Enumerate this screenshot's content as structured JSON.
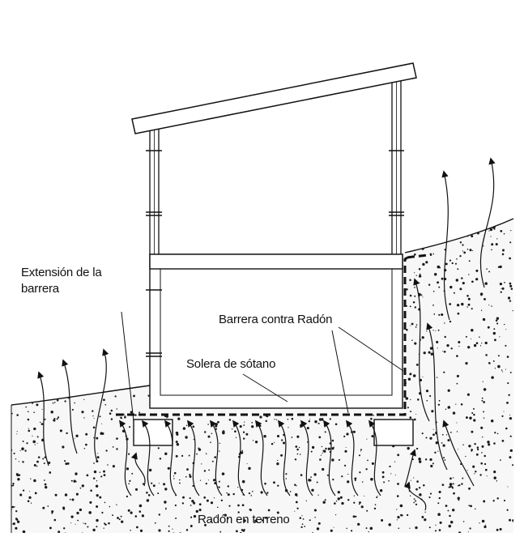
{
  "labels": {
    "barrier_extension": [
      "Extensión de la",
      "barrera"
    ],
    "radon_barrier": "Barrera contra Radón",
    "basement_slab": "Solera de sótano",
    "soil_radon": "Radón en terreno"
  },
  "colors": {
    "line": "#111111",
    "soil_fill": "#f7f7f7",
    "stipple": "#1a1a1a",
    "background": "#ffffff"
  }
}
